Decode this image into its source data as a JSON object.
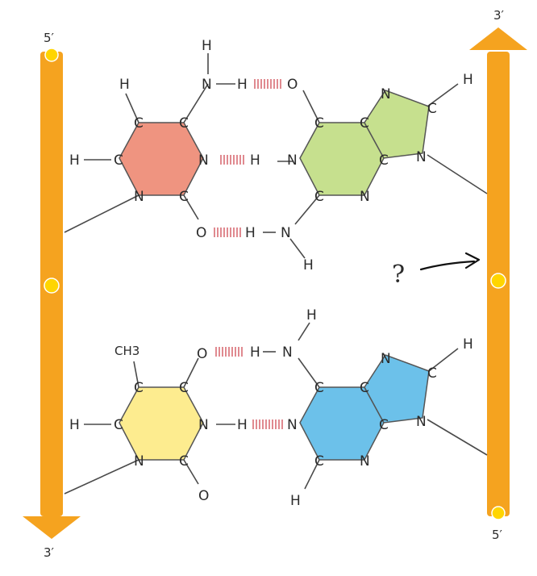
{
  "labels": {
    "left_top": "5′",
    "left_bottom": "3′",
    "right_top": "3′",
    "right_bottom": "5′",
    "question": "?"
  },
  "atoms": {
    "C": "C",
    "N": "N",
    "H": "H",
    "O": "O",
    "CH3": "CH3"
  },
  "colors": {
    "backbone": "#f5a31f",
    "node": "#ffd500",
    "cytosine": "#ef9480",
    "guanine": "#c6e08e",
    "thymine": "#fdec8f",
    "adenine": "#6cc1ea",
    "hydrogen_bond": "#d04a55"
  }
}
